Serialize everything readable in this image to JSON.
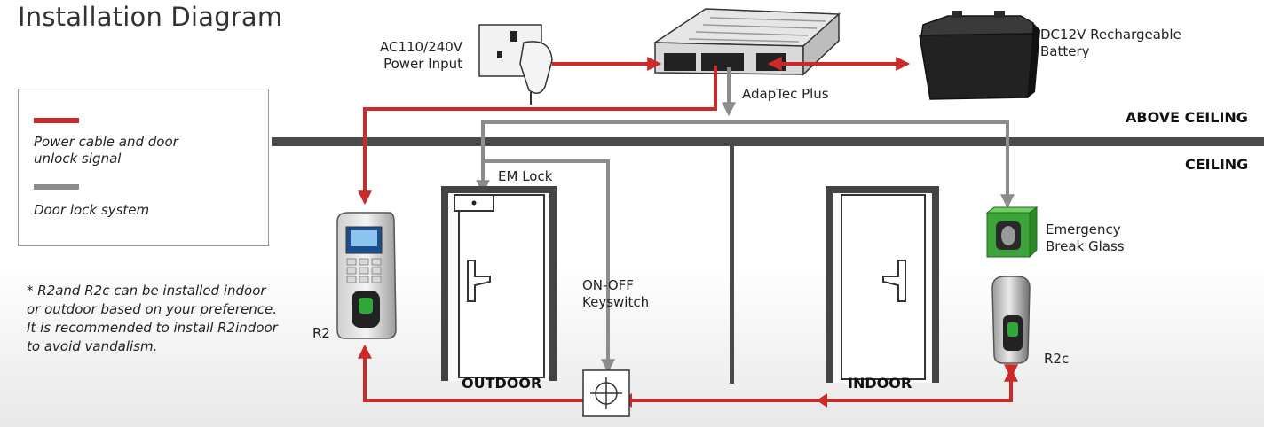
{
  "title": "Installation Diagram",
  "legend": {
    "items": [
      {
        "label": "Power cable and door unlock signal",
        "color": "#cc2a2a"
      },
      {
        "label": "Door lock system",
        "color": "#8c8c8c"
      }
    ]
  },
  "note": "* R2and R2c can be installed indoor or outdoor based on your preference. It is recommended to install R2indoor to avoid vandalism.",
  "labels": {
    "power_input": "AC110/240V\nPower Input",
    "battery": "DC12V Rechargeable\nBattery",
    "adaptec": "AdapTec Plus",
    "above_ceiling": "ABOVE CEILING",
    "ceiling": "CEILING",
    "em_lock": "EM Lock",
    "keyswitch": "ON-OFF\nKeyswitch",
    "break_glass": "Emergency\nBreak Glass",
    "r2": "R2",
    "r2c": "R2c",
    "outdoor": "OUTDOOR",
    "indoor": "INDOOR"
  },
  "colors": {
    "power_line": "#cc2a2a",
    "lock_line": "#8c8c8c",
    "ceiling": "#4a4a4a",
    "break_glass": "#3ea33a"
  }
}
